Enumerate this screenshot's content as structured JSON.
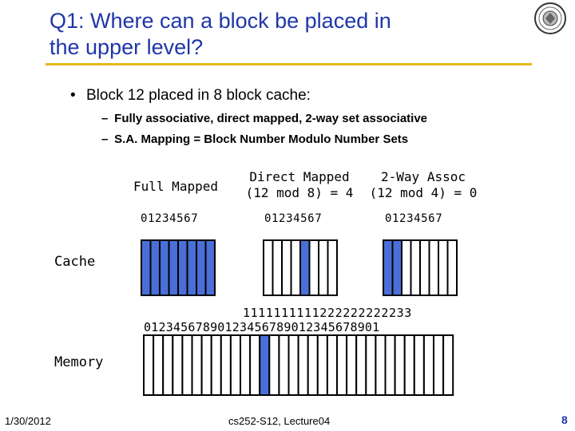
{
  "title": "Q1: Where can a block be placed in\nthe upper level?",
  "bullet": "Block 12 placed in 8 block cache:",
  "sub_bullets": [
    "Fully associative, direct mapped, 2-way set associative",
    "S.A. Mapping = Block Number Modulo Number Sets"
  ],
  "columns": [
    {
      "heading": "Full Mapped",
      "digits": "01234567",
      "highlighted": [
        0,
        1,
        2,
        3,
        4,
        5,
        6,
        7
      ]
    },
    {
      "heading": "Direct Mapped\n(12 mod 8) = 4",
      "digits": "01234567",
      "highlighted": [
        4
      ]
    },
    {
      "heading": "2-Way Assoc\n(12 mod 4) = 0",
      "digits": "01234567",
      "highlighted": [
        0,
        1
      ]
    }
  ],
  "cache_label": "Cache",
  "memory_label": "Memory",
  "memory": {
    "tens_row": "1111111111222222222233",
    "ones_row": "01234567890123456789012345678901",
    "highlighted_block": 12,
    "block_count": 32
  },
  "colors": {
    "title": "#1f36a8",
    "rule": "#e8b81b",
    "highlight": "#4a6fd6"
  },
  "footer": {
    "date": "1/30/2012",
    "lecture": "cs252-S12, Lecture04",
    "page": "8"
  }
}
